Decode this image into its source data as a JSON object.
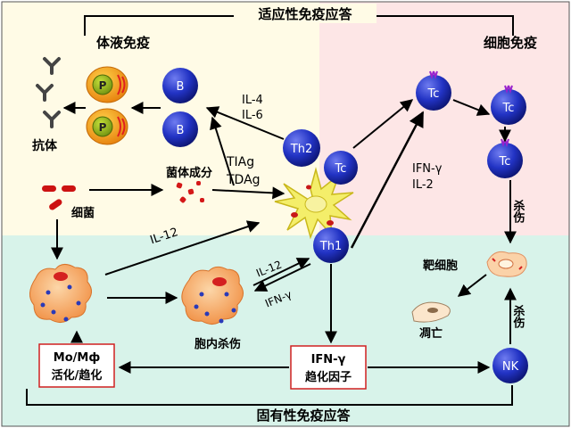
{
  "titles": {
    "adaptive": "适应性免疫应答",
    "humoral": "体液免疫",
    "cellular": "细胞免疫",
    "innate": "固有性免疫应答"
  },
  "cells": {
    "b": "B",
    "p": "P",
    "th2": "Th2",
    "tc": "Tc",
    "th1": "Th1",
    "nk": "NK"
  },
  "labels": {
    "antibody": "抗体",
    "bacteria": "细菌",
    "bacterial_components": "菌体成分",
    "tiag": "TIAg",
    "tdag": "TDAg",
    "il4": "IL-4",
    "il6": "IL-6",
    "il12_upper": "IL-12",
    "il12_lower": "IL-12",
    "ifng_th1": "IFN-γ",
    "ifng_exchange": "IFN-γ",
    "il2": "IL-2",
    "intracellular_kill": "胞内杀伤",
    "kill_tc": "杀伤",
    "kill_nk": "杀伤",
    "target_cell": "靶细胞",
    "apoptosis": "凋亡",
    "mo_line1": "Mo/Mф",
    "mo_line2": "活化/趋化",
    "ifn_box_line1": "IFN-γ",
    "ifn_box_line2": "趋化因子"
  },
  "colors": {
    "humoral_bg": "#fffbe6",
    "cellular_bg": "#fde6e6",
    "innate_bg": "#d8f3ea",
    "lymphocyte": "#1d2bb0",
    "plasma": "#f2a11a",
    "macrophage": "#f7a25e",
    "box_border": "#d02020"
  }
}
